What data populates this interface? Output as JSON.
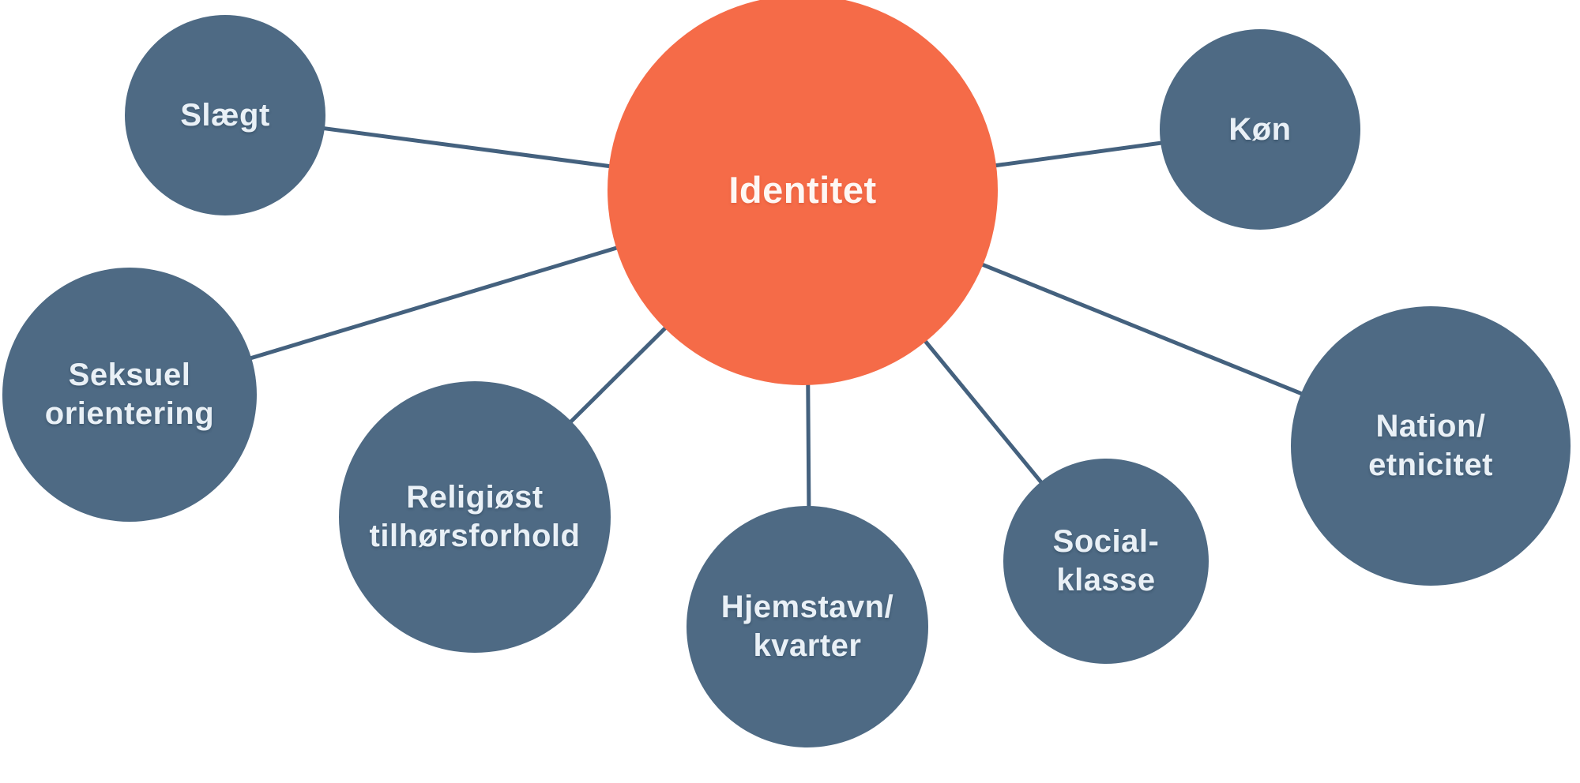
{
  "diagram": {
    "center": {
      "id": "identitet",
      "label": "Identitet"
    },
    "nodes": [
      {
        "id": "slaegt",
        "label": "Slægt"
      },
      {
        "id": "koen",
        "label": "Køn"
      },
      {
        "id": "seksuel-orientering",
        "label": "Seksuel\norientering"
      },
      {
        "id": "religioest-tilhoersforhold",
        "label": "Religiøst\ntilhørsforhold"
      },
      {
        "id": "hjemstavn-kvarter",
        "label": "Hjemstavn/\nkvarter"
      },
      {
        "id": "social-klasse",
        "label": "Social-\nklasse"
      },
      {
        "id": "nation-etnicitet",
        "label": "Nation/\netnicitet"
      }
    ]
  },
  "colors": {
    "background": "#ffffff",
    "center_fill": "#F56B48",
    "node_fill": "#4E6A84",
    "connector": "#44617E",
    "center_text": "#FEF7F4",
    "node_text": "#E9F0F6"
  }
}
